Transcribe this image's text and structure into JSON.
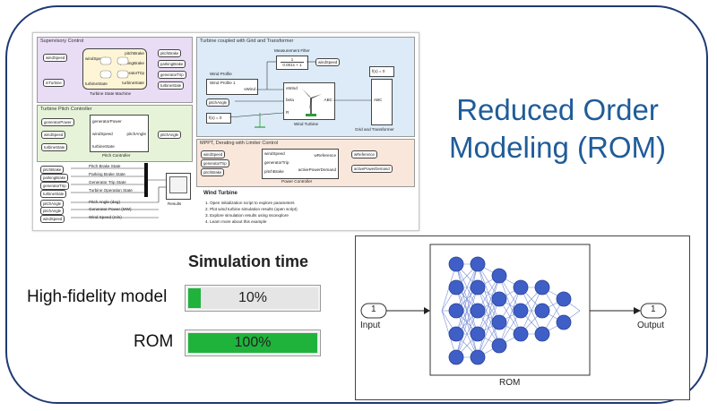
{
  "title_lines": [
    "Reduced Order",
    "Modeling (ROM)"
  ],
  "simulation": {
    "heading": "Simulation time",
    "rows": [
      {
        "label": "High-fidelity model",
        "text": "10%",
        "value": 0.1
      },
      {
        "label": "ROM",
        "text": "100%",
        "value": 1.0
      }
    ],
    "fill_color": "#1fb33b"
  },
  "rom_diagram": {
    "input_port": "1",
    "input_label": "Input",
    "output_port": "1",
    "output_label": "Output",
    "block_label": "ROM",
    "layers": [
      5,
      5,
      4,
      3,
      3,
      2
    ]
  },
  "simulink": {
    "areas": {
      "supervisory": "Supervisory Control",
      "turbine_grid": "Turbine coupled with Grid and Transformer",
      "pitch": "Turbine Pitch Controller",
      "mppt": "MPPT, Derating with Limiter Control"
    },
    "blocks": {
      "state_machine": "Turbine State Machine",
      "pitch_controller": "Pitch Controller",
      "power_controller": "Power Controller",
      "wind_profile": "Wind Profile",
      "wind_profile_1": "Wind Profile 1",
      "measurement_filter": "Measurement Filter",
      "filter_tf_num": "1",
      "filter_tf_den": "0.001s + 1",
      "wind_turbine": "Wind Turbine",
      "grid": "Grid and Transformer",
      "results": "Results",
      "abc": "ABC",
      "fx": "f(x) = 0",
      "fx2": "f(x) = 0"
    },
    "sm_ports": {
      "windSpeed": "windSpeed",
      "turbineState": "turbineState",
      "pitchBrake": "pitchBrake",
      "parkingBrake": "parkingBrake",
      "generatorTrip": "generatorTrip",
      "inTurbine": "inTurbine"
    },
    "sm_out_tags": [
      "pitchBrake",
      "parkingBrake",
      "generatorTrip",
      "turbineState"
    ],
    "sm_in_tags": [
      "windSpeed",
      "inTurbine"
    ],
    "pc_in_tags": [
      "generatorPower",
      "windSpeed",
      "turbineState"
    ],
    "pc_ports": {
      "generatorPower": "generatorPower",
      "windSpeed": "windSpeed",
      "turbineState": "turbineState",
      "pitchAngle": "pitchAngle"
    },
    "pc_out_tag": "pitchAngle",
    "wt_ports": {
      "vWind": "vWind",
      "beta": "beta",
      "r": "R",
      "abc": "ABC"
    },
    "wt_in_tags": [
      "pitchAngle"
    ],
    "filter_out_tag": "windSpeed",
    "wind_out": "vWind",
    "mppt_in_tags": [
      "windSpeed",
      "generatorTrip",
      "pitchBrake"
    ],
    "mppt_in_ports": [
      "windSpeed",
      "generatorTrip",
      "pitchBrake"
    ],
    "mppt_out_ports": [
      "wReference",
      "activePowerDemand"
    ],
    "mppt_out_tags": [
      "wReference",
      "activePowerDemand"
    ],
    "result_tags": [
      "pitchBrake",
      "parkingBrake",
      "generatorTrip",
      "turbineState",
      "pitchAngle",
      "pitchAngle",
      "windSpeed"
    ],
    "result_labels": [
      "Pitch Brake State",
      "Parking Brake State",
      "Generator Trip State",
      "Turbine Operation State",
      "Pitch Angle (deg)",
      "Generator Power (MW)",
      "Wind Speed (m/s)"
    ],
    "info_title": "Wind Turbine",
    "info_items": [
      "1. Open initialization script to explore parameters",
      "2. Plot wind turbine simulation results (open script)",
      "3. Explore simulation results using sscexplore",
      "4. Learn more about this example"
    ]
  },
  "colors": {
    "frame": "#1f3a73",
    "title": "#1f5c99",
    "area_supervisory": "#e9dcf5",
    "area_turbine": "#dcebf7",
    "area_pitch": "#e6f3d8",
    "area_mppt": "#f9e7dc",
    "state_machine": "#fdf5d6"
  }
}
